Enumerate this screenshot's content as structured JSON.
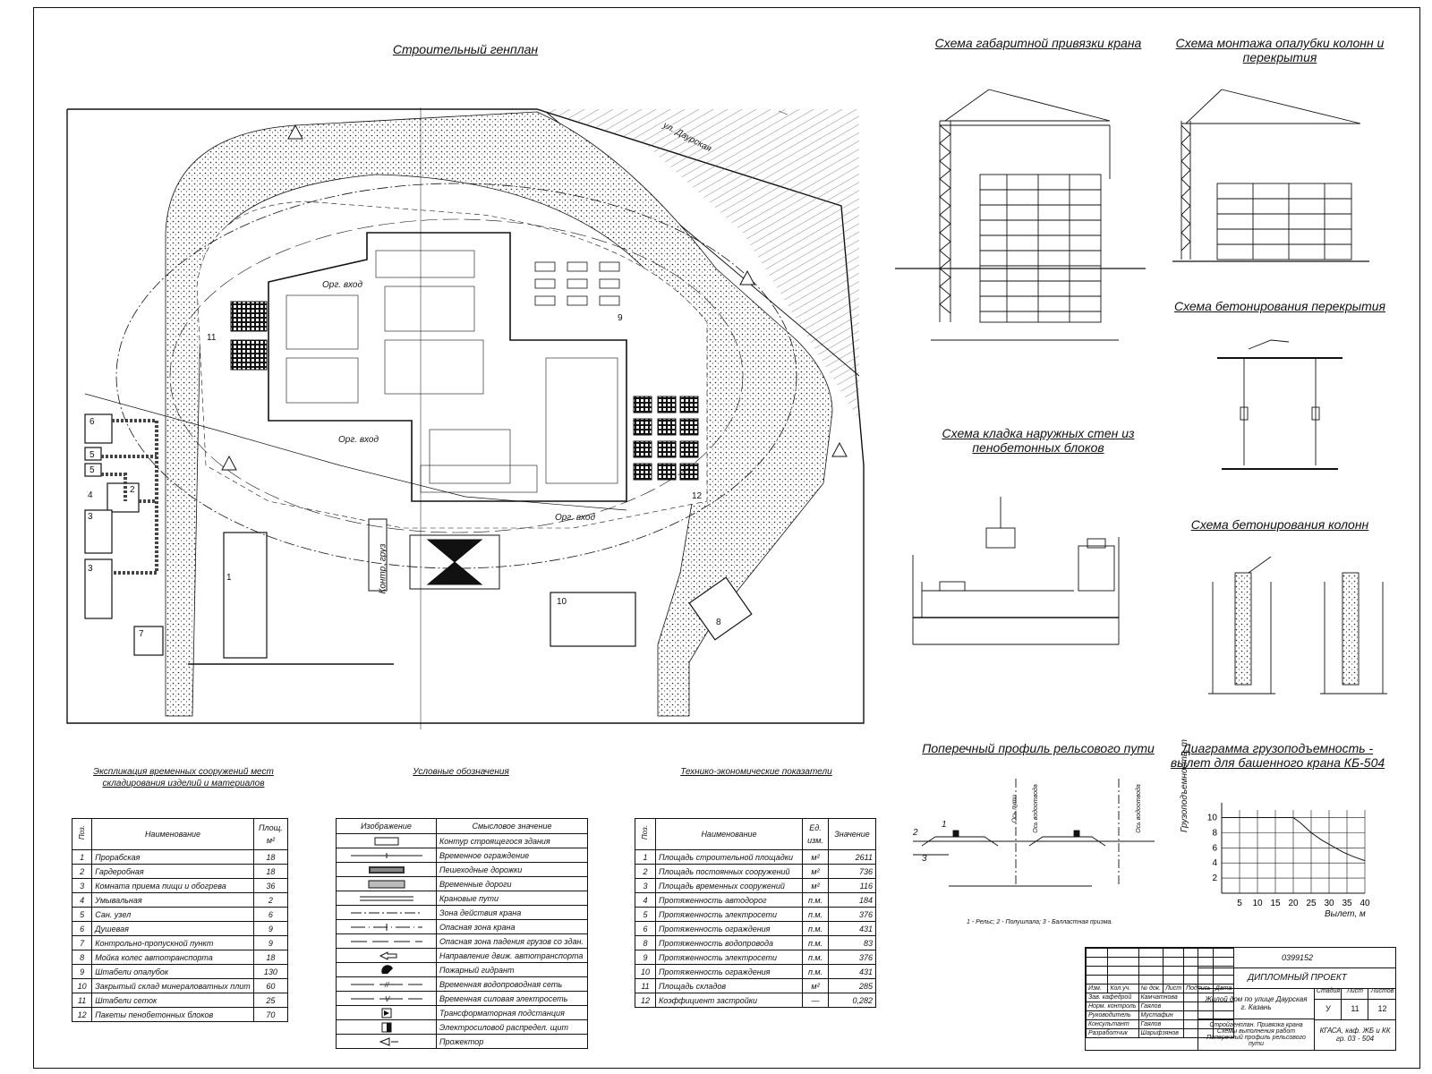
{
  "titles": {
    "genplan": "Строительный генплан",
    "crane_binding": "Схема габаритной привязки крана",
    "formwork": "Схема монтажа опалубки колонн и перекрытия",
    "slab_concreting": "Схема бетонирования перекрытия",
    "wall_masonry": "Схема кладка наружных стен из пенобетонных блоков",
    "column_concreting": "Схема бетонирования колонн",
    "rail_profile": "Поперечный профиль рельсового пути",
    "crane_diagram": "Диаграмма грузоподъемность - вылет для башенного крана КБ-504"
  },
  "genplan_labels": {
    "street": "ул. Даурская",
    "entry1": "Орг. вход",
    "entry2": "Орг. вход",
    "entry3": "Орг. вход",
    "kont_gruz": "Контр. груз",
    "pos": [
      "1",
      "2",
      "3",
      "3",
      "4",
      "5",
      "5",
      "6",
      "7",
      "8",
      "9",
      "10",
      "11",
      "12"
    ]
  },
  "expl": {
    "title": "Экспликация временных сооружений мест складирования изделий и материалов",
    "headers": [
      "Поз.",
      "Наименование",
      "Площ. м²"
    ],
    "rows": [
      [
        "1",
        "Прорабская",
        "18"
      ],
      [
        "2",
        "Гардеробная",
        "18"
      ],
      [
        "3",
        "Комната приема пищи и обогрева",
        "36"
      ],
      [
        "4",
        "Умывальная",
        "2"
      ],
      [
        "5",
        "Сан. узел",
        "6"
      ],
      [
        "6",
        "Душевая",
        "9"
      ],
      [
        "7",
        "Контрольно-пропускной пункт",
        "9"
      ],
      [
        "8",
        "Мойка колес автотранспорта",
        "18"
      ],
      [
        "9",
        "Штабели опалубок",
        "130"
      ],
      [
        "10",
        "Закрытый склад минераловатных плит",
        "60"
      ],
      [
        "11",
        "Штабели сеток",
        "25"
      ],
      [
        "12",
        "Пакеты пенобетонных блоков",
        "70"
      ]
    ]
  },
  "legend": {
    "title": "Условные обозначения",
    "headers": [
      "Изображение",
      "Смысловое значение"
    ],
    "rows": [
      {
        "icon": "building-outline-icon",
        "text": "Контур строящегося здания"
      },
      {
        "icon": "temp-fence-icon",
        "text": "Временное ограждение"
      },
      {
        "icon": "footpath-icon",
        "text": "Пешеходные дорожки"
      },
      {
        "icon": "temp-road-icon",
        "text": "Временные дороги"
      },
      {
        "icon": "crane-rails-icon",
        "text": "Крановые пути"
      },
      {
        "icon": "crane-zone-icon",
        "text": "Зона действия крана"
      },
      {
        "icon": "danger-zone-icon",
        "text": "Опасная зона крана"
      },
      {
        "icon": "falling-load-zone-icon",
        "text": "Опасная зона падения грузов со здан."
      },
      {
        "icon": "traffic-arrow-icon",
        "text": "Направление движ. автотранспорта"
      },
      {
        "icon": "hydrant-icon",
        "text": "Пожарный гидрант"
      },
      {
        "icon": "water-line-icon",
        "text": "Временная водопроводная сеть"
      },
      {
        "icon": "power-line-icon",
        "text": "Временная силовая электросеть"
      },
      {
        "icon": "substation-icon",
        "text": "Трансформаторная подстанция"
      },
      {
        "icon": "power-board-icon",
        "text": "Электросиловой распредел. щит"
      },
      {
        "icon": "floodlight-icon",
        "text": "Прожектор"
      }
    ]
  },
  "tep": {
    "title": "Технико-экономические показатели",
    "headers": [
      "Поз.",
      "Наименование",
      "Ед. изм.",
      "Значение"
    ],
    "rows": [
      [
        "1",
        "Площадь строительной площадки",
        "м²",
        "2611"
      ],
      [
        "2",
        "Площадь постоянных сооружений",
        "м²",
        "736"
      ],
      [
        "3",
        "Площадь временных сооружений",
        "м²",
        "116"
      ],
      [
        "4",
        "Протяженность автодорог",
        "п.м.",
        "184"
      ],
      [
        "5",
        "Протяженность электросети",
        "п.м.",
        "376"
      ],
      [
        "6",
        "Протяженность ограждения",
        "п.м.",
        "431"
      ],
      [
        "8",
        "Протяженность водопровода",
        "п.м.",
        "83"
      ],
      [
        "9",
        "Протяженность электросети",
        "п.м.",
        "376"
      ],
      [
        "10",
        "Протяженность ограждения",
        "п.м.",
        "431"
      ],
      [
        "11",
        "Площадь складов",
        "м²",
        "285"
      ],
      [
        "12",
        "Коэффициент застройки",
        "—",
        "0,282"
      ]
    ]
  },
  "rail": {
    "caption": "1 - Рельс; 2 - Полушпала; 3 - Балластная призма.",
    "n1": "1",
    "n2": "2",
    "n3": "3",
    "axis1": "Ось пути",
    "axis2": "Ось водоотвода",
    "axis3": "Ось водоотвода"
  },
  "chart_data": {
    "type": "line",
    "title": "Диаграмма грузоподъемность - вылет для башенного крана КБ-504",
    "xlabel": "Вылет, м",
    "ylabel": "Грузоподъемность, т",
    "x_ticks": [
      5,
      10,
      15,
      20,
      25,
      30,
      35,
      40
    ],
    "y_ticks": [
      2,
      4,
      6,
      8,
      10
    ],
    "xlim": [
      0,
      40
    ],
    "ylim": [
      0,
      11
    ],
    "grid": true,
    "series": [
      {
        "x": [
          0,
          20,
          22,
          25,
          28,
          31,
          34,
          37,
          40
        ],
        "y": [
          10,
          10,
          9.3,
          8.0,
          7.0,
          6.2,
          5.4,
          4.8,
          4.3
        ]
      }
    ]
  },
  "stamp": {
    "code": "0399152",
    "project": "ДИПЛОМНЫЙ ПРОЕКТ",
    "object": "Жилой дом по улице Даурская г. Казань",
    "sheet_title": "Стройгенплан. Привязка крана Схемы выполнения работ Поперечный профиль рельсового пути",
    "stage_h": "Стадия",
    "sheet_h": "Лист",
    "sheets_h": "Листов",
    "stage": "У",
    "sheet": "11",
    "sheets": "12",
    "org": "КГАСА, каф. ЖБ и КК гр. 03 - 504",
    "cols": [
      "Изм.",
      "Кол.уч.",
      "№ док.",
      "Лист",
      "Подпись",
      "Дата"
    ],
    "people": [
      [
        "Зав. кафедрой",
        "Камчатнова"
      ],
      [
        "Норм. контроль",
        "Гаялов"
      ],
      [
        "Руководитель",
        "Мустафин"
      ],
      [
        "Консультант",
        "Гаялов"
      ],
      [
        "Разработчик",
        "Шарифзянов"
      ]
    ]
  }
}
